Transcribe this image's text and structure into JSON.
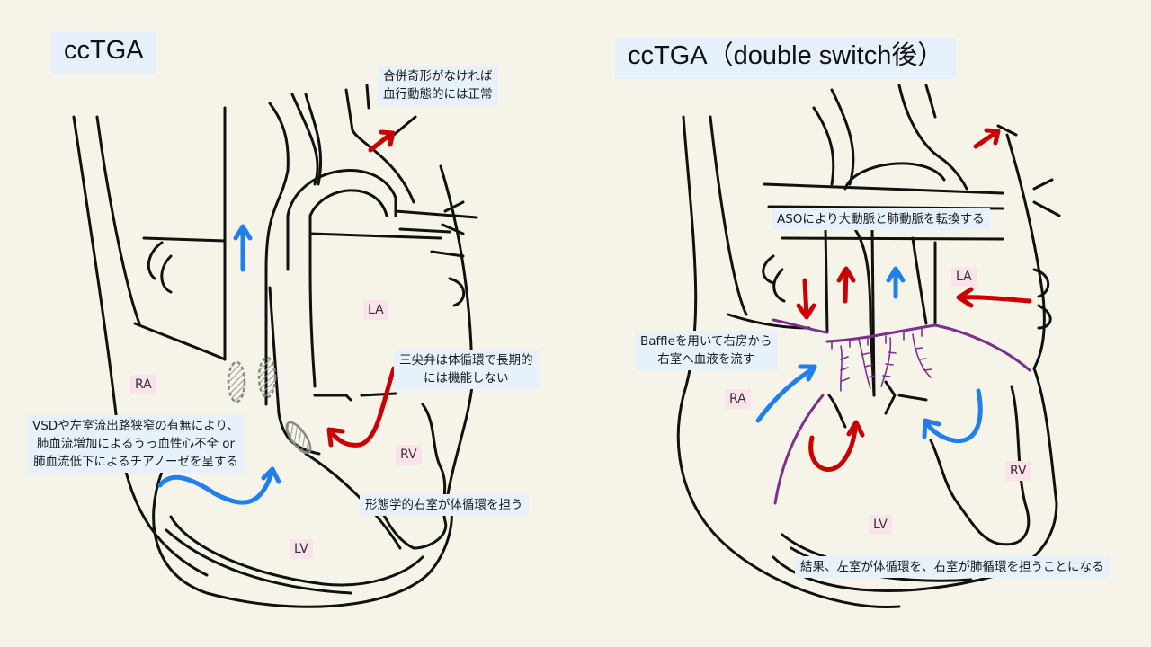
{
  "left": {
    "title": "ccTGA",
    "notes": {
      "normal_flow": [
        "合併奇形がなければ",
        "血行動態的には正常"
      ],
      "tricuspid": [
        "三尖弁は体循環で長期的",
        "には機能しない"
      ],
      "vsd": [
        "VSDや左室流出路狭窄の有無により、",
        "肺血流増加によるうっ血性心不全 or",
        "肺血流低下によるチアノーゼを呈する"
      ],
      "rv_systemic": "形態学的右室が体循環を担う"
    },
    "chambers": {
      "ra": "RA",
      "la": "LA",
      "rv": "RV",
      "lv": "LV"
    }
  },
  "right": {
    "title": "ccTGA（double switch後）",
    "notes": {
      "aso": "ASOにより大動脈と肺動脈を転換する",
      "baffle": [
        "Baffleを用いて右房から",
        "右室へ血液を流す"
      ],
      "result": "結果、左室が体循環を、右室が肺循環を担うことになる"
    },
    "chambers": {
      "ra": "RA",
      "la": "LA",
      "rv": "RV",
      "lv": "LV"
    }
  },
  "colors": {
    "background": "#f6f4e8",
    "note_bg": "#e6f1fc",
    "label_bg": "#fbe3ec",
    "arterial": "#cc0000",
    "venous": "#1f7ff0",
    "baffle": "#7d2f8f"
  }
}
